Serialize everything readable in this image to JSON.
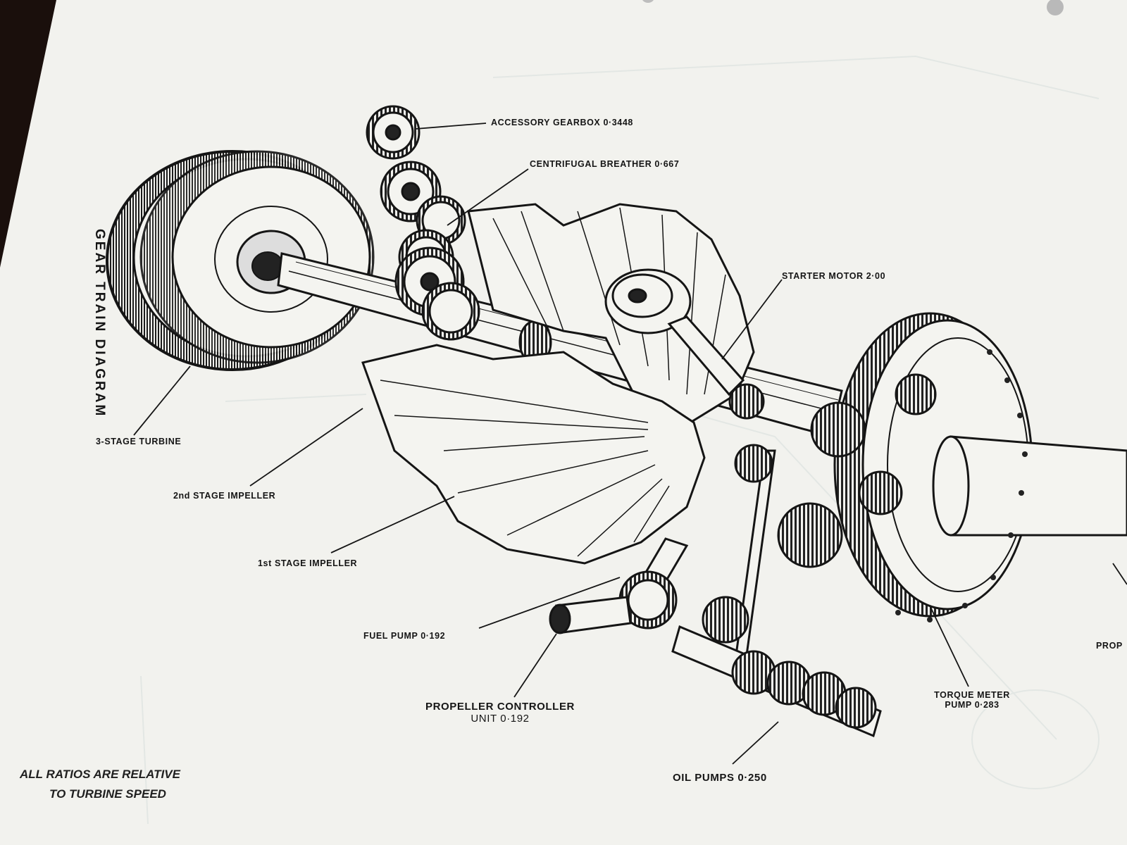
{
  "diagram": {
    "title": "GEAR TRAIN DIAGRAM",
    "note_line1": "ALL RATIOS ARE RELATIVE",
    "note_line2": "TO TURBINE SPEED",
    "labels": {
      "accessory_gearbox": "ACCESSORY GEARBOX 0·3448",
      "centrifugal_breather": "CENTRIFUGAL BREATHER 0·667",
      "starter_motor": "STARTER MOTOR 2·00",
      "turbine": "3-STAGE TURBINE",
      "impeller_2nd": "2nd STAGE IMPELLER",
      "impeller_1st": "1st STAGE IMPELLER",
      "fuel_pump": "FUEL PUMP 0·192",
      "prop_controller_line1": "PROPELLER CONTROLLER",
      "prop_controller_line2": "UNIT 0·192",
      "oil_pumps": "OIL PUMPS 0·250",
      "torque_meter_line1": "TORQUE METER",
      "torque_meter_line2": "PUMP 0·283",
      "edge_label": "PROP"
    }
  },
  "colors": {
    "paper": "#f2f2ee",
    "ink": "#151515",
    "background": "#1a0f0c"
  }
}
